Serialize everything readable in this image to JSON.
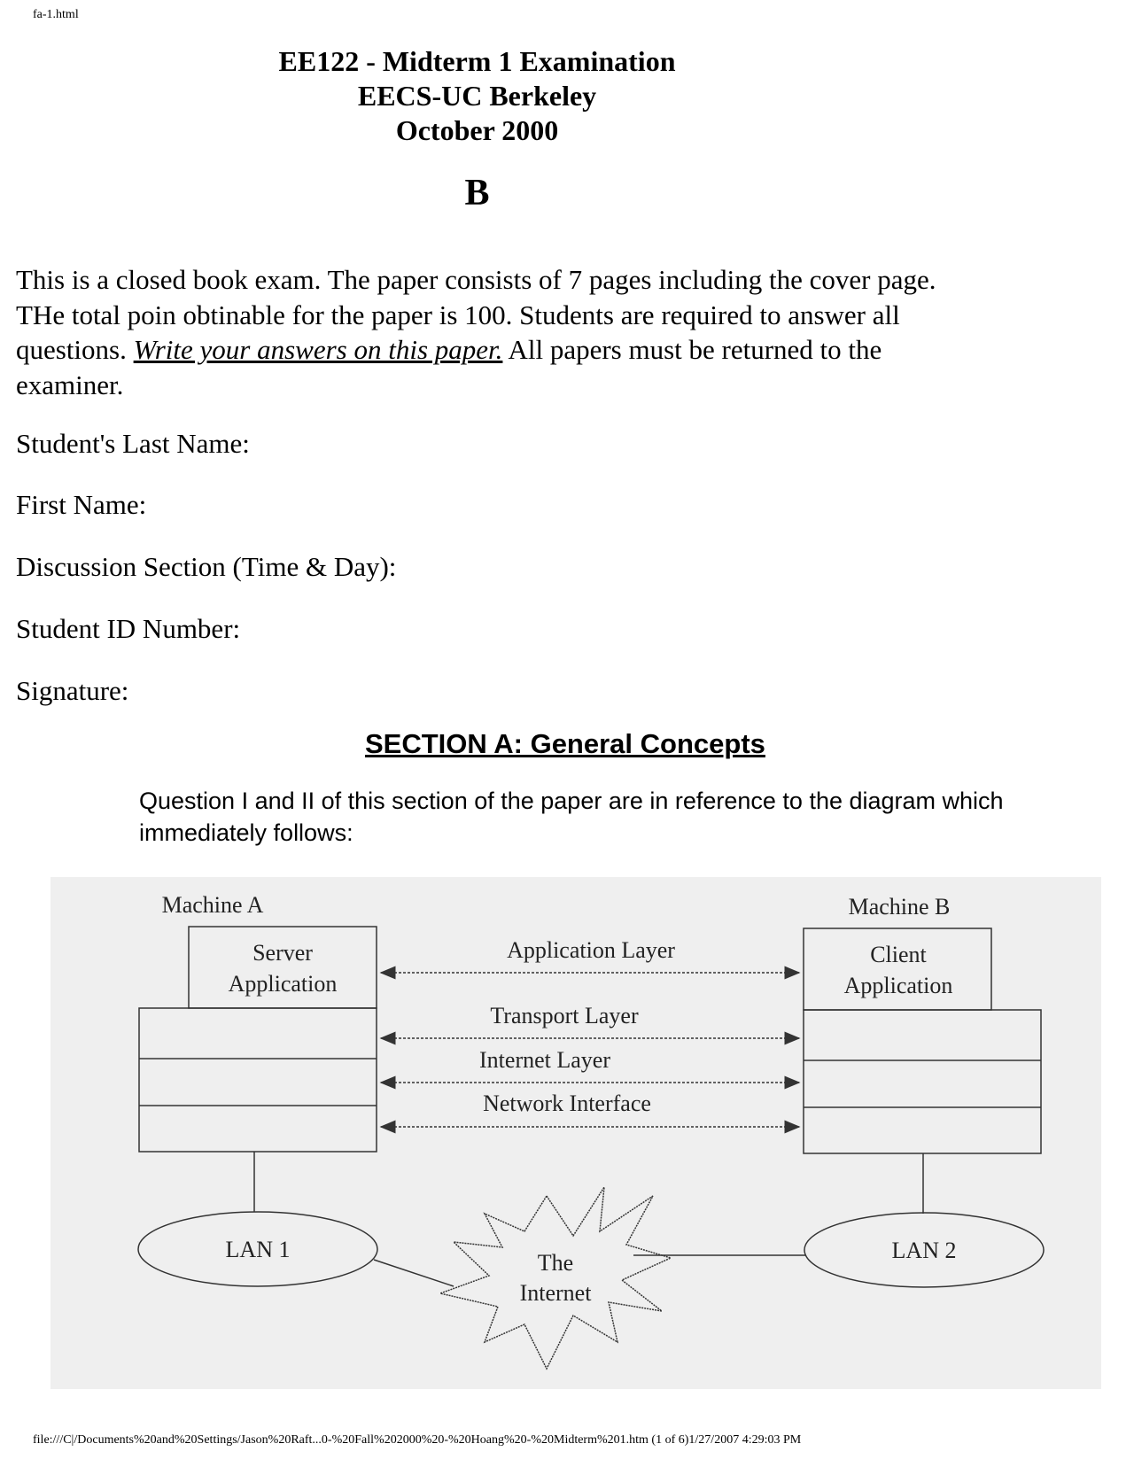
{
  "header": {
    "filename": "fa-1.html"
  },
  "title": {
    "line1": "EE122 - Midterm 1 Examination",
    "line2": "EECS-UC Berkeley",
    "line3": "October 2000",
    "version": "B"
  },
  "intro": {
    "part1": "This is a closed book exam. The paper consists of 7 pages including the cover page. THe total poin obtinable for the paper is 100. Students are required to answer all questions. ",
    "underlined": "Write your answers on this paper.",
    "part2": " All papers must be returned to the examiner."
  },
  "fields": {
    "last_name": "Student's Last Name:",
    "first_name": "First Name:",
    "discussion": "Discussion Section (Time & Day):",
    "student_id": "Student ID Number:",
    "signature": "Signature:"
  },
  "section": {
    "title": "SECTION A: General Concepts",
    "question_intro": "Question I and II of this section of the paper are in reference to the diagram which immediately follows:"
  },
  "diagram": {
    "machine_a": "Machine A",
    "machine_b": "Machine B",
    "server_app_line1": "Server",
    "server_app_line2": "Application",
    "client_app_line1": "Client",
    "client_app_line2": "Application",
    "layers": [
      "Application Layer",
      "Transport Layer",
      "Internet Layer",
      "Network Interface"
    ],
    "lan1": "LAN 1",
    "lan2": "LAN 2",
    "internet_line1": "The",
    "internet_line2": "Internet"
  },
  "footer": {
    "path": "file:///C|/Documents%20and%20Settings/Jason%20Raft...0-%20Fall%202000%20-%20Hoang%20-%20Midterm%201.htm (1 of 6)1/27/2007 4:29:03 PM"
  }
}
